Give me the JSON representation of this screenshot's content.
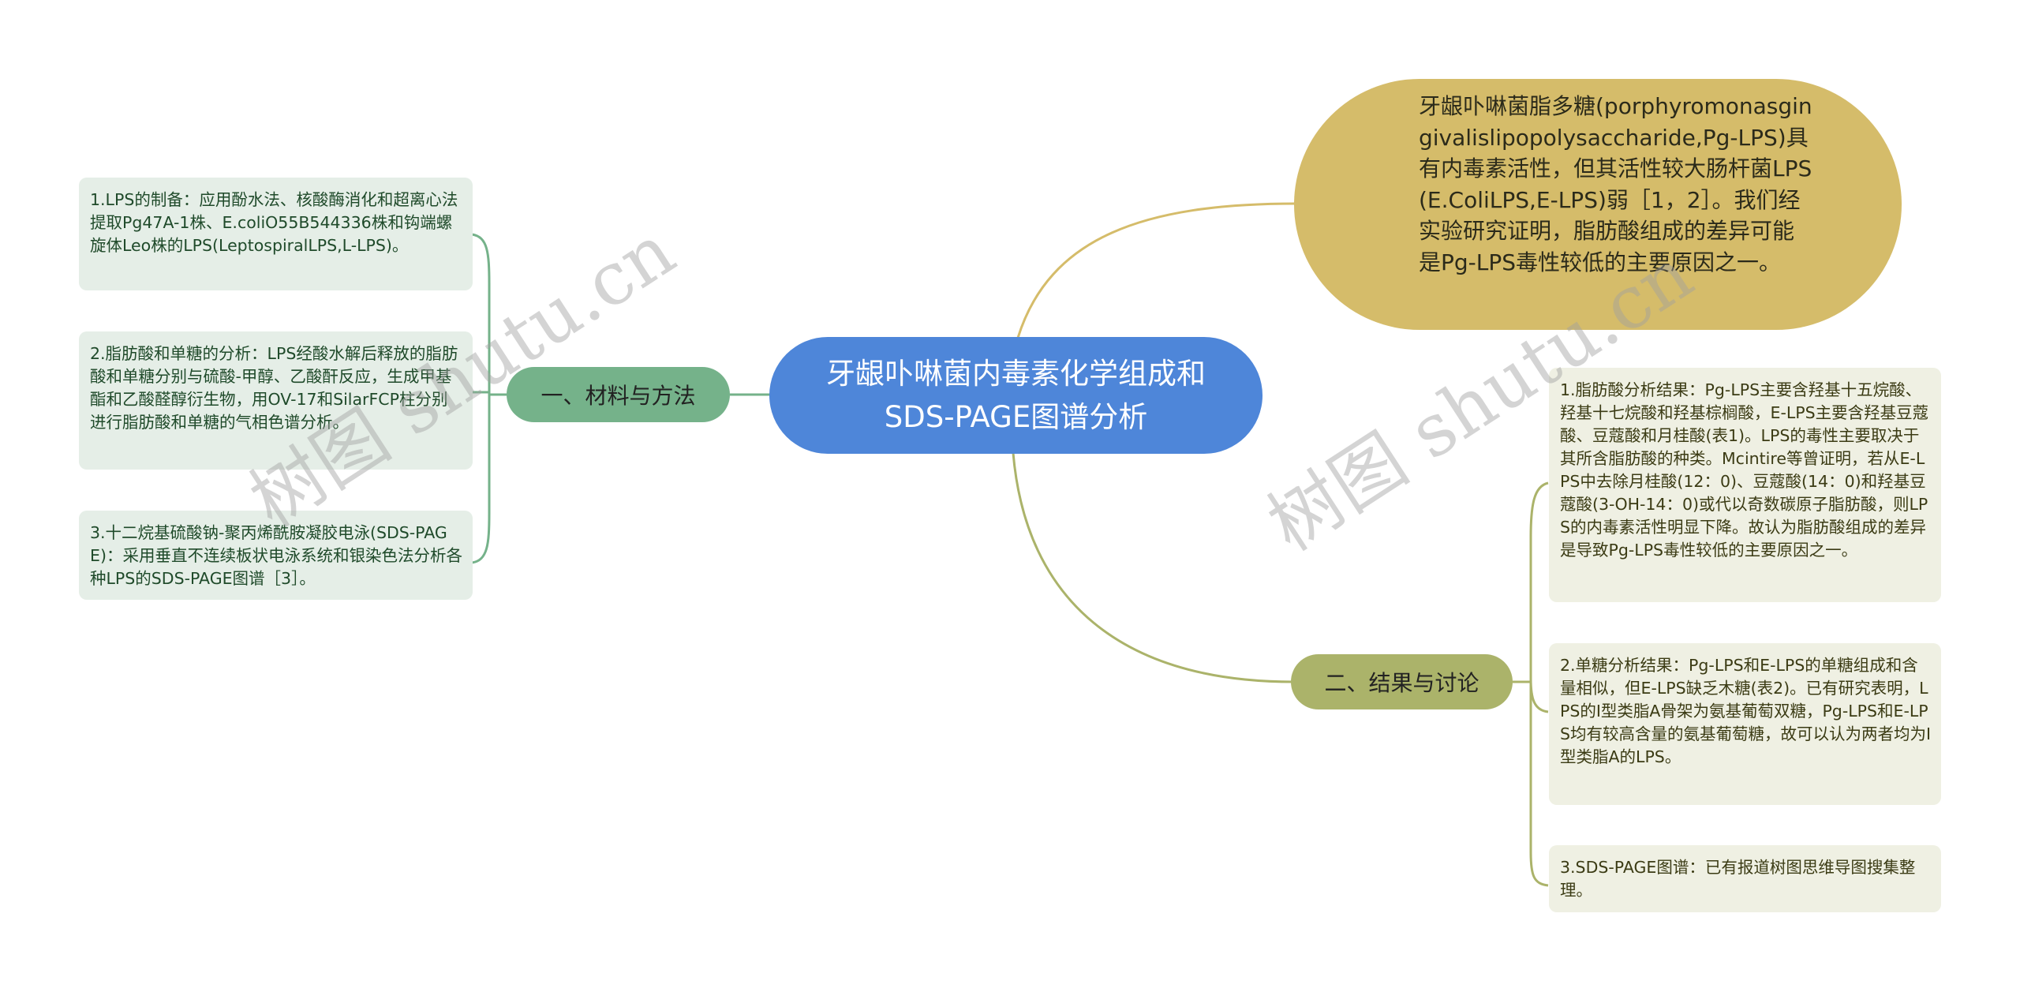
{
  "mindmap": {
    "root": {
      "label": "牙龈卟啉菌内毒素化学组成和SDS-PAGE图谱分析",
      "color": "#4e86d9"
    },
    "summary_node": {
      "text": "牙龈卟啉菌脂多糖(porphyromonasgingivalislipopolysaccharide,Pg-LPS)具有内毒素活性，但其活性较大肠杆菌LPS(E.ColiLPS,E-LPS)弱［1，2］。我们经实验研究证明，脂肪酸组成的差异可能是Pg-LPS毒性较低的主要原因之一。",
      "color": "#d5bc6a"
    },
    "branches": [
      {
        "label": "一、材料与方法",
        "color": "#75b28a",
        "side": "left",
        "children": [
          {
            "text": "1.LPS的制备：应用酚水法、核酸酶消化和超离心法提取Pg47A-1株、E.coliO55B544336株和钩端螺旋体Leo株的LPS(LeptospiralLPS,L-LPS)。"
          },
          {
            "text": "2.脂肪酸和单糖的分析：LPS经酸水解后释放的脂肪酸和单糖分别与硫酸-甲醇、乙酸酐反应，生成甲基酯和乙酸醛醇衍生物，用OV-17和SilarFCP柱分别进行脂肪酸和单糖的气相色谱分析。"
          },
          {
            "text": "3.十二烷基硫酸钠-聚丙烯酰胺凝胶电泳(SDS-PAGE)：采用垂直不连续板状电泳系统和银染色法分析各种LPS的SDS-PAGE图谱［3］。"
          }
        ]
      },
      {
        "label": "二、结果与讨论",
        "color": "#abb36a",
        "side": "right",
        "children": [
          {
            "text": "1.脂肪酸分析结果：Pg-LPS主要含羟基十五烷酸、羟基十七烷酸和羟基棕榈酸，E-LPS主要含羟基豆蔻酸、豆蔻酸和月桂酸(表1)。LPS的毒性主要取决于其所含脂肪酸的种类。Mcintire等曾证明，若从E-LPS中去除月桂酸(12：0)、豆蔻酸(14：0)和羟基豆蔻酸(3-OH-14：0)或代以奇数碳原子脂肪酸，则LPS的内毒素活性明显下降。故认为脂肪酸组成的差异是导致Pg-LPS毒性较低的主要原因之一。"
          },
          {
            "text": "2.单糖分析结果：Pg-LPS和E-LPS的单糖组成和含量相似，但E-LPS缺乏木糖(表2)。已有研究表明，LPS的Ⅰ型类脂A骨架为氨基葡萄双糖，Pg-LPS和E-LPS均有较高含量的氨基葡萄糖，故可以认为两者均为Ⅰ型类脂A的LPS。"
          },
          {
            "text": "3.SDS-PAGE图谱：已有报道树图思维导图搜集整理。"
          }
        ]
      }
    ]
  },
  "watermarks": [
    "树图 shutu.cn",
    "树图 shutu.cn"
  ]
}
